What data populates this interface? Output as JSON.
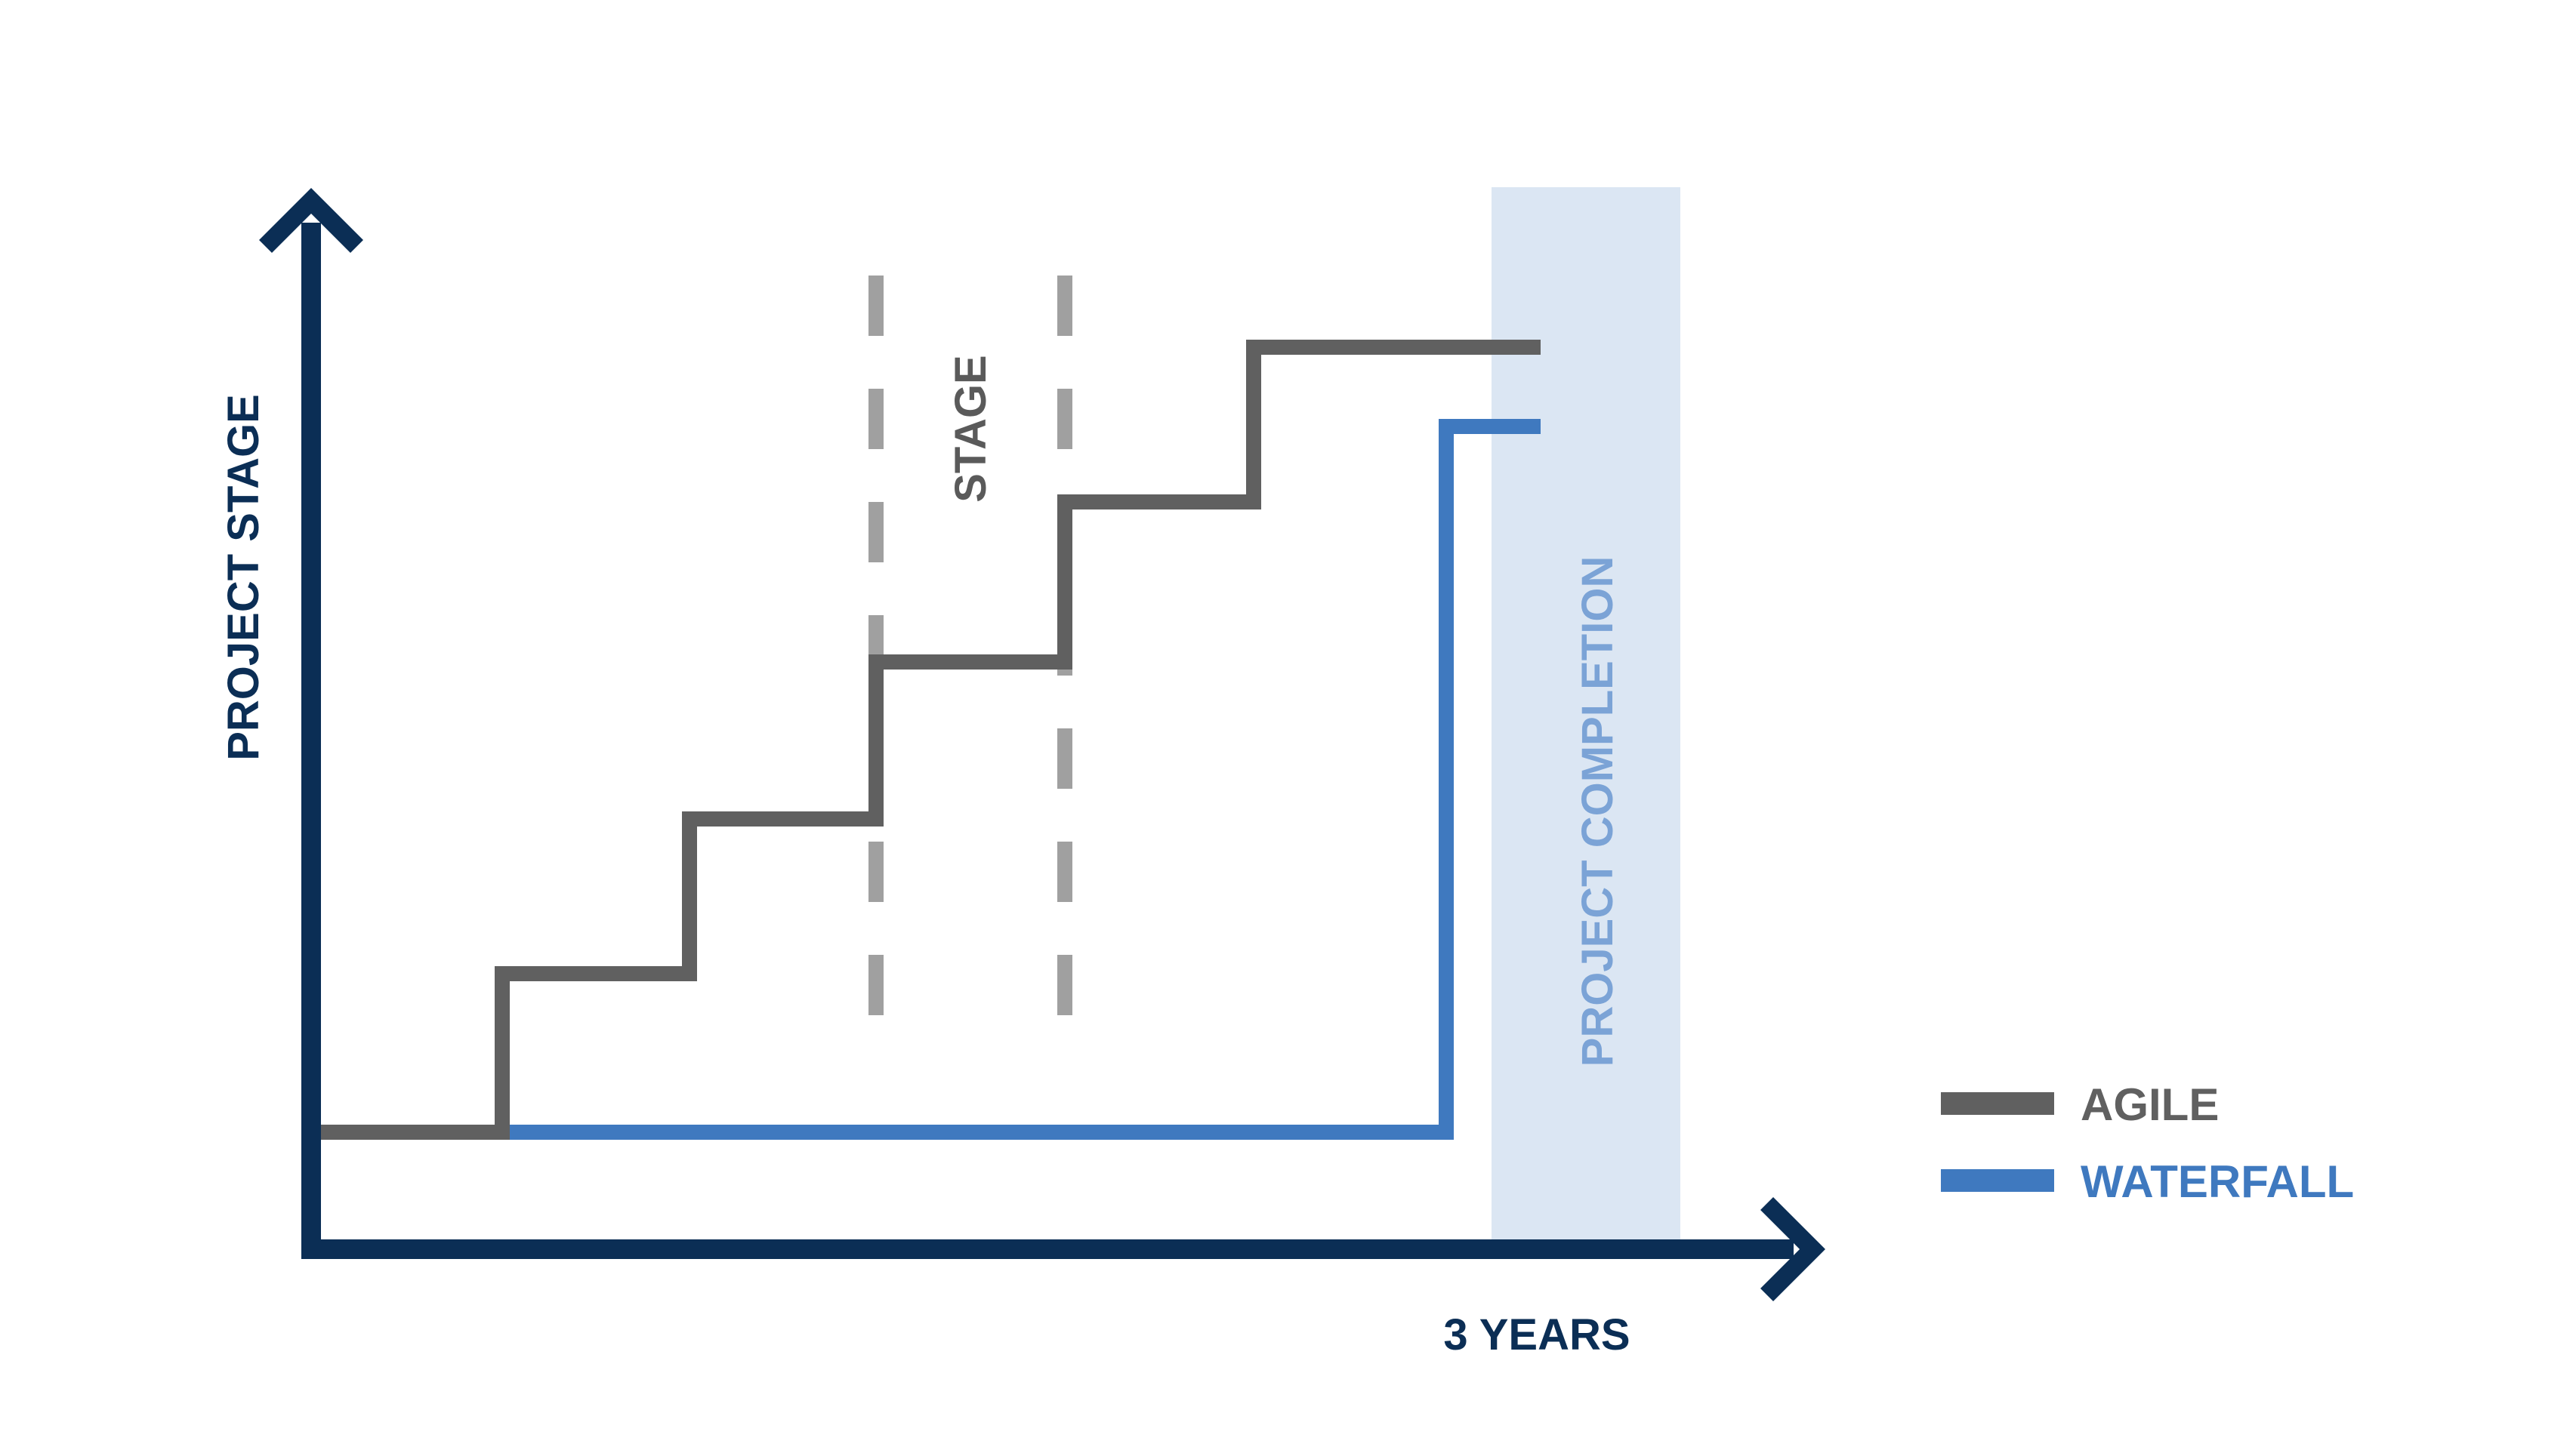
{
  "diagram": {
    "y_axis_label": "PROJECT STAGE",
    "x_axis_label": "3 YEARS",
    "stage_label": "STAGE",
    "completion_label": "PROJECT COMPLETION",
    "legend": [
      {
        "key": "agile",
        "label": "AGILE",
        "color": "#606060"
      },
      {
        "key": "waterfall",
        "label": "WATERFALL",
        "color": "#3f79bf"
      }
    ],
    "colors": {
      "axis": "#0b2e55",
      "agile": "#606060",
      "waterfall": "#3f79bf",
      "stage_guides": "#a0a0a0",
      "completion_band": "#dbe6f3",
      "completion_text": "#7ba3d6"
    },
    "icons": [
      "arrow-up-icon",
      "arrow-right-icon"
    ]
  }
}
